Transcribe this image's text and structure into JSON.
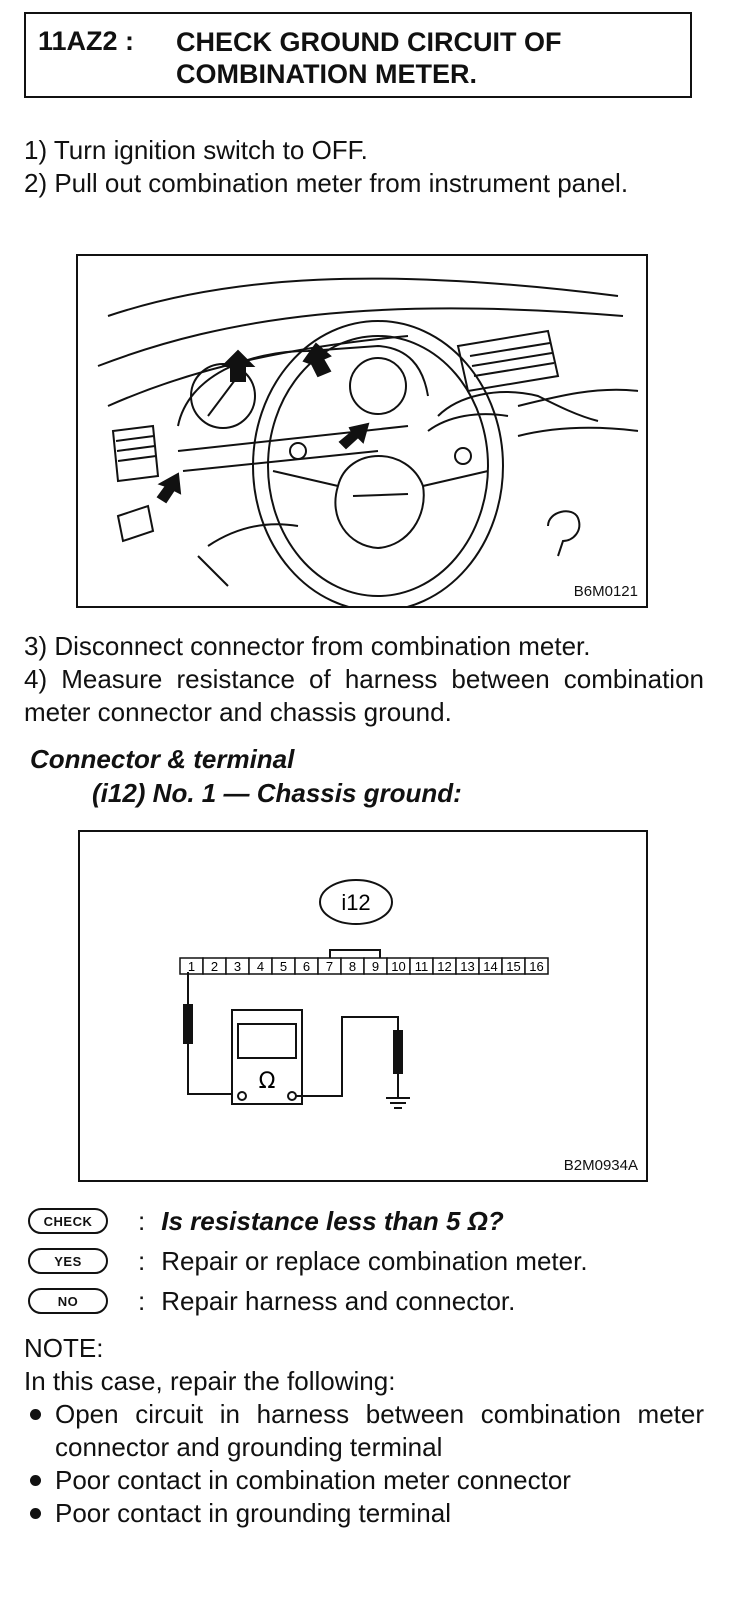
{
  "header": {
    "code": "11AZ2 :",
    "title_line1": "CHECK GROUND CIRCUIT OF",
    "title_line2": "COMBINATION METER."
  },
  "steps_a": [
    "1)  Turn ignition switch to OFF.",
    "2)  Pull out combination meter from instrument panel."
  ],
  "figure1": {
    "code": "B6M0121"
  },
  "steps_b": [
    "3)  Disconnect connector from combination meter.",
    "4)  Measure resistance of harness between combination meter connector and chassis ground."
  ],
  "spec": {
    "line1": "Connector & terminal",
    "line2": "(i12) No. 1 — Chassis ground:"
  },
  "figure2": {
    "connector_label": "i12",
    "terminals": [
      "1",
      "2",
      "3",
      "4",
      "5",
      "6",
      "7",
      "8",
      "9",
      "10",
      "11",
      "12",
      "13",
      "14",
      "15",
      "16"
    ],
    "meter_symbol": "Ω",
    "code": "B2M0934A"
  },
  "results": [
    {
      "badge": "CHECK",
      "text": "Is resistance less than 5 Ω?"
    },
    {
      "badge": "YES",
      "text": "Repair or replace combination meter."
    },
    {
      "badge": "NO",
      "text": "Repair harness and connector."
    }
  ],
  "note": {
    "heading": "NOTE:",
    "intro": "In this case, repair the following:",
    "bullets": [
      "Open circuit in harness between combination meter connector and grounding terminal",
      "Poor contact in combination meter connector",
      "Poor contact in grounding terminal"
    ]
  }
}
